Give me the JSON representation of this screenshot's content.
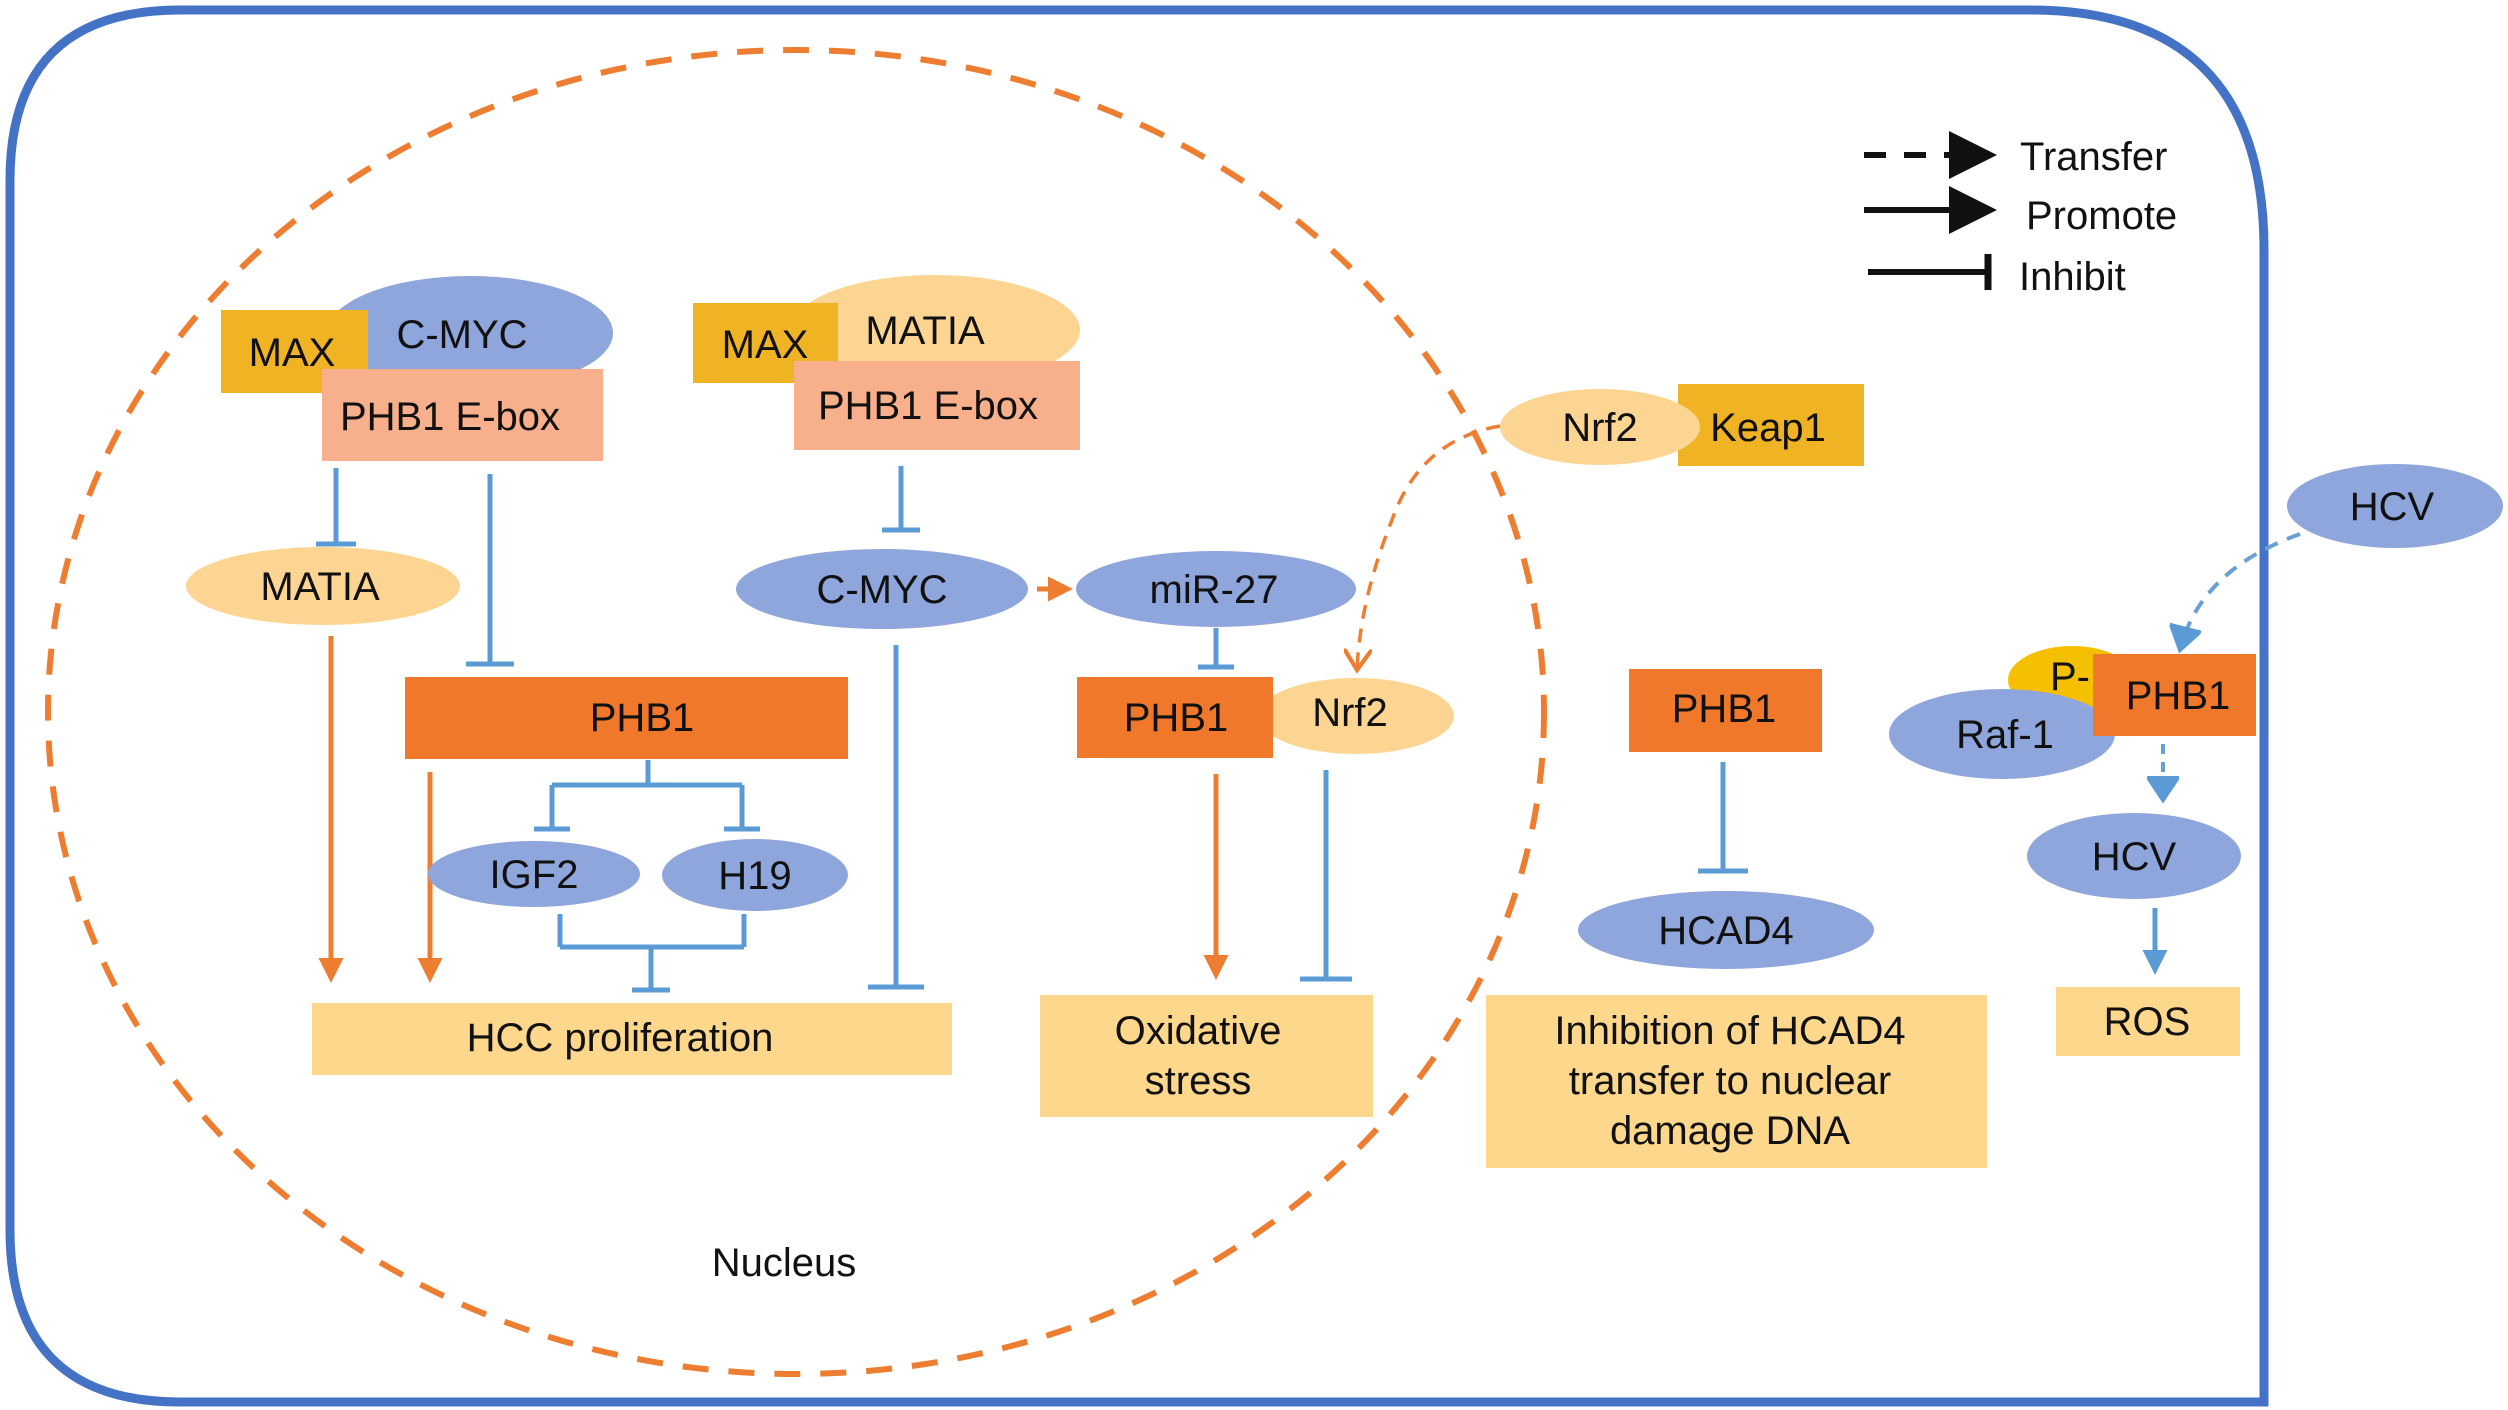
{
  "figure": {
    "compartments": {
      "cell_membrane_color": "#4472c4",
      "nucleus_label": "Nucleus",
      "nucleus_border_color": "#ed7d31"
    },
    "legend": [
      {
        "style": "dashed-arrow",
        "label": "Transfer"
      },
      {
        "style": "solid-arrow",
        "label": "Promote"
      },
      {
        "style": "t-bar",
        "label": "Inhibit"
      }
    ],
    "colors": {
      "inhibit_line": "#5b9bd5",
      "promote_line": "#ed7d31",
      "phb1_box": "#f0782a",
      "ebox": "#f8b08c",
      "max_box": "#f0b323",
      "blue_node": "#8fa6dd",
      "yellow_node": "#fdd592",
      "outcome_box": "#fcd78c"
    },
    "nodes": {
      "max1": "MAX",
      "cmyc_top": "C-MYC",
      "ebox1": "PHB1 E-box",
      "max2": "MAX",
      "matia_top": "MATIA",
      "ebox2": "PHB1 E-box",
      "matia_left": "MATIA",
      "phb1_main": "PHB1",
      "cmyc_mid": "C-MYC",
      "mir27": "miR-27",
      "phb1_mid": "PHB1",
      "nrf2_inner": "Nrf2",
      "igf2": "IGF2",
      "h19": "H19",
      "hcc": "HCC proliferation",
      "oxidative_line1": "Oxidative",
      "oxidative_line2": "stress",
      "nrf2_outer": "Nrf2",
      "keap1": "Keap1",
      "phb1_right": "PHB1",
      "hcad4": "HCAD4",
      "inhibition_line1": "Inhibition of HCAD4",
      "inhibition_line2": "transfer to nuclear",
      "inhibition_line3": "damage DNA",
      "hcv_outside": "HCV",
      "p_label": "P-",
      "raf1": "Raf-1",
      "phb1_hcv": "PHB1",
      "hcv_inside": "HCV",
      "ros": "ROS"
    },
    "edges": [
      {
        "from": "PHB1 E-box (C-MYC/MAX)",
        "to": "MATIA",
        "type": "inhibit"
      },
      {
        "from": "PHB1 E-box (C-MYC/MAX)",
        "to": "PHB1",
        "type": "inhibit"
      },
      {
        "from": "MATIA",
        "to": "HCC proliferation",
        "type": "promote"
      },
      {
        "from": "PHB1",
        "to": "HCC proliferation",
        "type": "promote"
      },
      {
        "from": "PHB1",
        "to": "IGF2",
        "type": "inhibit"
      },
      {
        "from": "PHB1",
        "to": "H19",
        "type": "inhibit"
      },
      {
        "from": "IGF2 + H19",
        "to": "HCC proliferation",
        "type": "inhibit"
      },
      {
        "from": "PHB1 E-box (MATIA/MAX)",
        "to": "C-MYC",
        "type": "inhibit"
      },
      {
        "from": "C-MYC",
        "to": "HCC proliferation",
        "type": "inhibit"
      },
      {
        "from": "C-MYC",
        "to": "miR-27",
        "type": "promote"
      },
      {
        "from": "miR-27",
        "to": "PHB1",
        "type": "inhibit"
      },
      {
        "from": "PHB1",
        "to": "Oxidative stress",
        "type": "promote"
      },
      {
        "from": "Nrf2",
        "to": "Oxidative stress",
        "type": "inhibit"
      },
      {
        "from": "Nrf2 (Keap1)",
        "to": "Nrf2 (nuclear)",
        "type": "transfer"
      },
      {
        "from": "PHB1",
        "to": "HCAD4",
        "type": "inhibit"
      },
      {
        "from": "HCV",
        "to": "PHB1 (P-/Raf-1)",
        "type": "transfer"
      },
      {
        "from": "PHB1 (P-/Raf-1)",
        "to": "HCV",
        "type": "transfer"
      },
      {
        "from": "HCV",
        "to": "ROS",
        "type": "promote"
      }
    ]
  }
}
